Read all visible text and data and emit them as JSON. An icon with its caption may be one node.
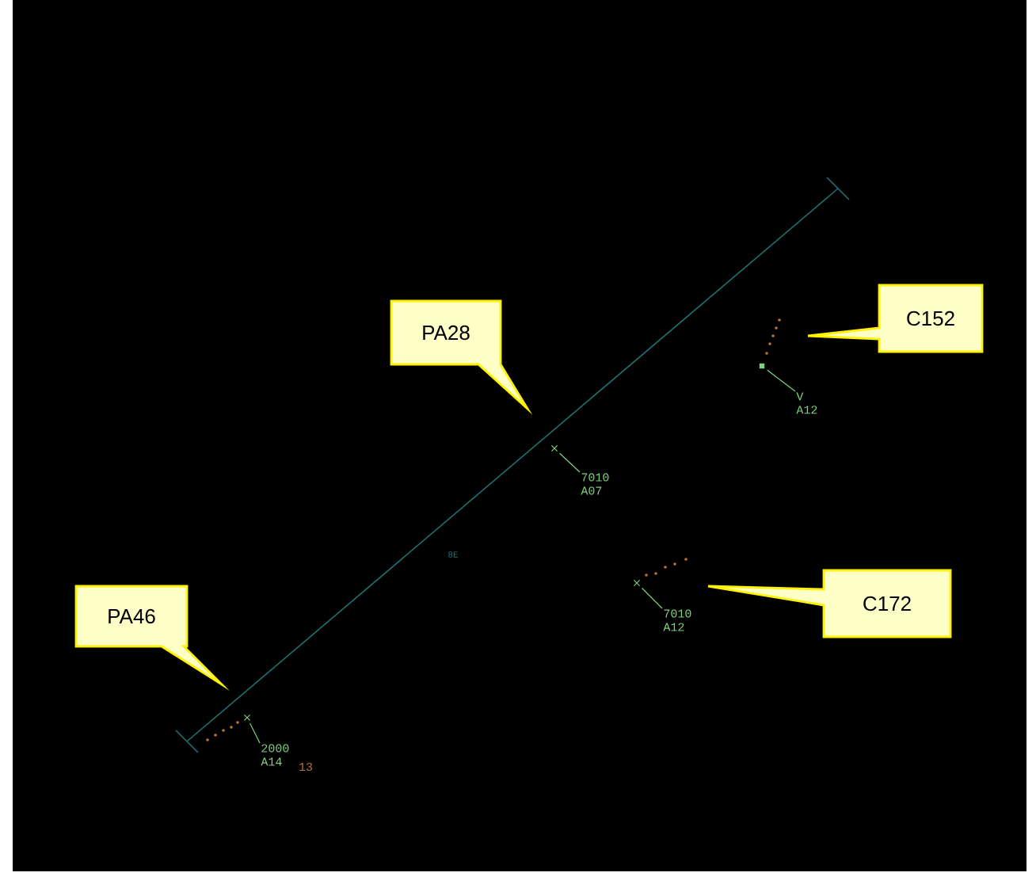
{
  "diagram": {
    "nodes": [
      {
        "text": [
          "PA28"
        ]
      },
      {
        "text": [
          "C152"
        ]
      },
      {
        "text": [
          "PA46"
        ]
      },
      {
        "text": [
          "C172"
        ]
      },
      {
        "text": [],
        "shape": "cross"
      },
      {
        "text": [
          "7010",
          "A07"
        ]
      },
      {
        "text": [],
        "shape": "box"
      },
      {
        "text": [
          "V",
          "A12"
        ]
      },
      {
        "text": [],
        "shape": "cross"
      },
      {
        "text": [
          "7010",
          "A12"
        ]
      },
      {
        "text": [],
        "shape": "cross"
      },
      {
        "text": [
          "2000",
          "A14"
        ]
      }
    ],
    "edges": [
      {
        "from": 4,
        "to": 5,
        "arrow": "none"
      },
      {
        "from": 6,
        "to": 7,
        "arrow": "none"
      },
      {
        "from": 8,
        "to": 9,
        "arrow": "none"
      },
      {
        "from": 10,
        "to": 11,
        "arrow": "none"
      }
    ],
    "labels": [
      "8E",
      "13"
    ]
  }
}
